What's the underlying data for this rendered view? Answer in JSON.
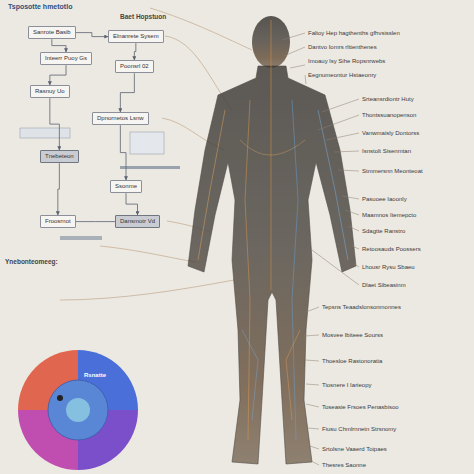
{
  "diagram": {
    "title": "Tsposotte hmetotlo",
    "nodes": [
      {
        "text": [
          "Sanrote Basib"
        ]
      },
      {
        "text": [
          "Inteerr Puoy Gs"
        ]
      },
      {
        "text": [
          "Elnanrete Sysem"
        ]
      },
      {
        "text": [
          "Poonsrl 02"
        ]
      },
      {
        "text": [
          "Rasnuy Uo"
        ]
      },
      {
        "text": [
          "Dpnornetos Lsnw"
        ]
      },
      {
        "text": [
          "Tnebeteon"
        ]
      },
      {
        "text": [
          "Ssonme"
        ]
      },
      {
        "text": [
          "Froosrnot"
        ]
      },
      {
        "text": [
          "Dansmotr Vd"
        ]
      }
    ],
    "edges": [
      {
        "from": 0,
        "to": 2,
        "arrow": "to"
      },
      {
        "from": 0,
        "to": 1,
        "arrow": "to"
      },
      {
        "from": 2,
        "to": 3,
        "arrow": "to"
      },
      {
        "from": 1,
        "to": 4,
        "arrow": "to"
      },
      {
        "from": 3,
        "to": 5,
        "arrow": "to"
      },
      {
        "from": 4,
        "to": 6,
        "arrow": "to"
      },
      {
        "from": 5,
        "to": 7,
        "arrow": "to"
      },
      {
        "from": 6,
        "to": 8,
        "arrow": "to"
      },
      {
        "from": 7,
        "to": 9,
        "arrow": "to"
      },
      {
        "from": 8,
        "to": 9,
        "arrow": "none"
      }
    ],
    "labels": [
      "Baet Hopstuon",
      "Ynebonteomeeg:",
      "Rsnatte",
      "Faltoy Hep hagthenths gfhvsisslen",
      "Dantvo Iomrs rlttenthenes",
      "Imoauy lsy Sihe Ropsnrwebs",
      "Eegnumeontur Hstaeonry",
      "Srteansrdiontr Huty",
      "Thontssuanopenson",
      "Vanwmaisly Dontorss",
      "Isnstolt Sisenmtan",
      "Stmmersnn Meonteoat",
      "Pasuoee Iaoonly",
      "Maamnos Itemepcto",
      "Sdagtte Ranstro",
      "Retoosauds Poossers",
      "Lhousr Rysu Sbaeu",
      "Dlaet Sibeasinm",
      "Tepsns Teaadslonsonmonnes",
      "Mosvee Ibiteee Sourss",
      "Thoesloe Rastonoratia",
      "Tiosnere I Iarieopy",
      "Toseasie Frsoes Penasbisoo",
      "Fiusu Chmlrnnetn Strsnomy",
      "Srtolsne Vaaerd Toipaes",
      "Thesres Saonne"
    ]
  }
}
